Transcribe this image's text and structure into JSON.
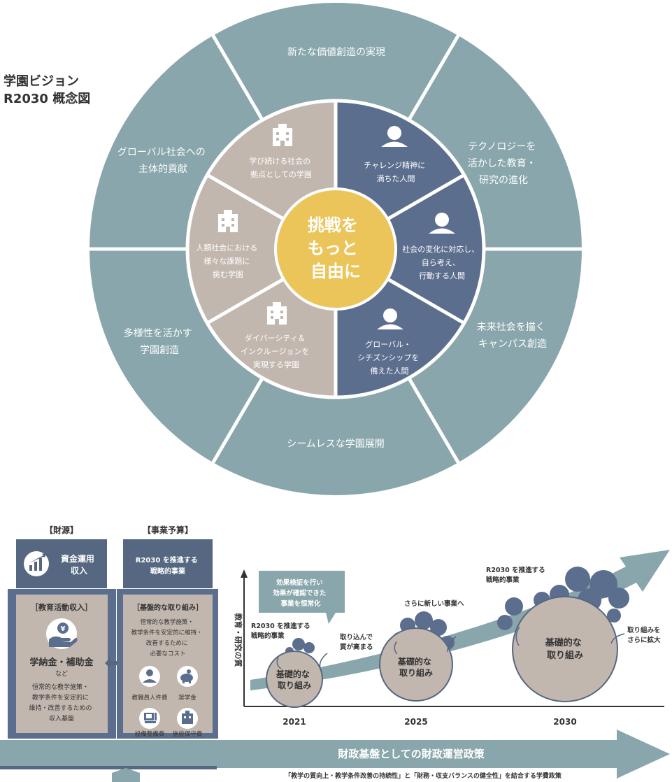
{
  "page_title": [
    "学園ビジョン",
    "R2030 概念図"
  ],
  "colors": {
    "outer_ring": "#88a6ab",
    "beige": "#c2b7af",
    "navy": "#5c6e8d",
    "center": "#ebc55a",
    "header_box": "#566781",
    "arrow": "#88a6ab",
    "bubble_dark": "#5c6e8d"
  },
  "icons": {
    "building": "building-icon",
    "person": "person-icon",
    "chart": "chart-icon",
    "yen_hand": "yen-hand-icon",
    "piggy": "piggy-bank-icon",
    "computer": "computer-icon"
  },
  "center": [
    "挑戦を",
    "もっと",
    "自由に"
  ],
  "outer_segments": [
    {
      "lines": [
        "新たな価値創造の実現"
      ]
    },
    {
      "lines": [
        "テクノロジーを",
        "活かした教育・",
        "研究の進化"
      ]
    },
    {
      "lines": [
        "未来社会を描く",
        "キャンパス創造"
      ]
    },
    {
      "lines": [
        "シームレスな学園展開"
      ]
    },
    {
      "lines": [
        "多様性を活かす",
        "学園創造"
      ]
    },
    {
      "lines": [
        "グローバル社会への",
        "主体的貢献"
      ]
    }
  ],
  "inner_segments": [
    {
      "lines": [
        "チャレンジ精神に",
        "満ちた人間"
      ]
    },
    {
      "lines": [
        "社会の変化に対応し、",
        "自ら考え、",
        "行動する人間"
      ]
    },
    {
      "lines": [
        "グローバル・",
        "シチズンシップを",
        "備えた人間"
      ]
    },
    {
      "lines": [
        "ダイバーシティ＆",
        "インクルージョンを",
        "実現する学園"
      ]
    },
    {
      "lines": [
        "人類社会における",
        "様々な課題に",
        "挑む学園"
      ]
    },
    {
      "lines": [
        "学び続ける社会の",
        "拠点としての学園"
      ]
    }
  ],
  "finance": {
    "header": "【財源】",
    "top_box": [
      "資金運用",
      "収入"
    ],
    "sub_header": "［教育活動収入］",
    "main": "学納金・補助金",
    "note": "など",
    "desc": [
      "恒常的な教学施策・",
      "教学条件を安定的に",
      "維持・改善するための",
      "収入基盤"
    ]
  },
  "budget": {
    "header": "【事業予算】",
    "top_box": [
      "R2030 を推進する",
      "戦略的事業"
    ],
    "sub_header": "［基盤的な取り組み］",
    "desc": [
      "恒常的な教学施策・",
      "教学条件を安定的に維持・",
      "改善するために",
      "必要なコスト"
    ],
    "items": [
      "教職員人件費",
      "奨学金",
      "設備整備費",
      "施設保守費"
    ]
  },
  "growth": {
    "y_axis": "教育・研究の質",
    "years": [
      "2021",
      "2025",
      "2030"
    ],
    "callout": [
      "効果検証を行い",
      "効果が確認できた",
      "事業を恒常化"
    ],
    "label_2021": [
      "R2030 を推進する",
      "戦略的事業"
    ],
    "absorb": [
      "取り込んで",
      "質が高まる"
    ],
    "new_biz": "さらに新しい事業へ",
    "label_2030": [
      "R2030 を推進する",
      "戦略的事業"
    ],
    "expand": [
      "取り組みを",
      "さらに拡大"
    ],
    "circle_label": [
      "基礎的な",
      "取り組み"
    ]
  },
  "policy_arrow": "財政基盤としての財政運営政策",
  "footnote": "「教学の質向上・教学条件改善の持続性」と「財務・収支バランスの健全性」を結合する学費政策"
}
